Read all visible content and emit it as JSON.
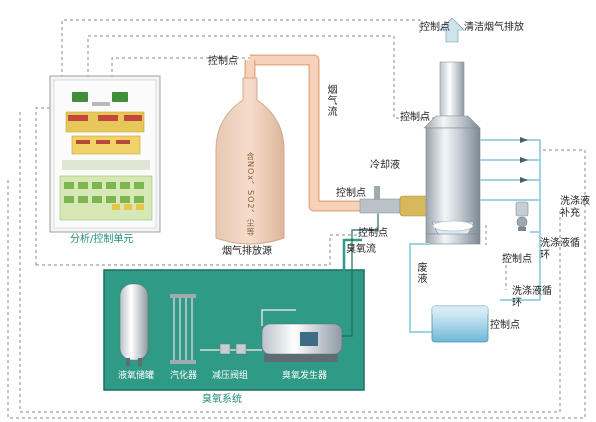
{
  "labels": {
    "clean_exhaust": "清洁烟气排放",
    "control_point": "控制点",
    "flue_gas_flow": "烟气流",
    "coolant": "冷却液",
    "ozone_flow": "臭氧流",
    "waste_liquid": "废液",
    "wash_supplement": "洗涤液补充",
    "wash_circulation": "洗涤液循环",
    "analysis_control_unit": "分析/控制单元",
    "flue_source": "烟气排放源",
    "flue_contents": "含NOx、SO2、尘等",
    "ozone_system": "臭氧系统",
    "liquid_oxygen_tank": "液氧储罐",
    "vaporizer": "汽化器",
    "pressure_valve_group": "减压阀组",
    "ozone_generator": "臭氧发生器"
  },
  "colors": {
    "ozone_panel_bg": "#2f9a85",
    "ozone_panel_border": "#1d6e5e",
    "flue_duct": "#f7d2ba",
    "flue_duct_edge": "#e9aa86",
    "water_pipe": "#bfe3f0",
    "water_pipe_edge": "#7fbfd9",
    "label_teal": "#1f8c79",
    "panel_green": "#d6e8b5",
    "injector": "#d6b95a"
  },
  "icons": [
    "arrow-up-icon",
    "arrow-right-icon",
    "pump-icon"
  ]
}
